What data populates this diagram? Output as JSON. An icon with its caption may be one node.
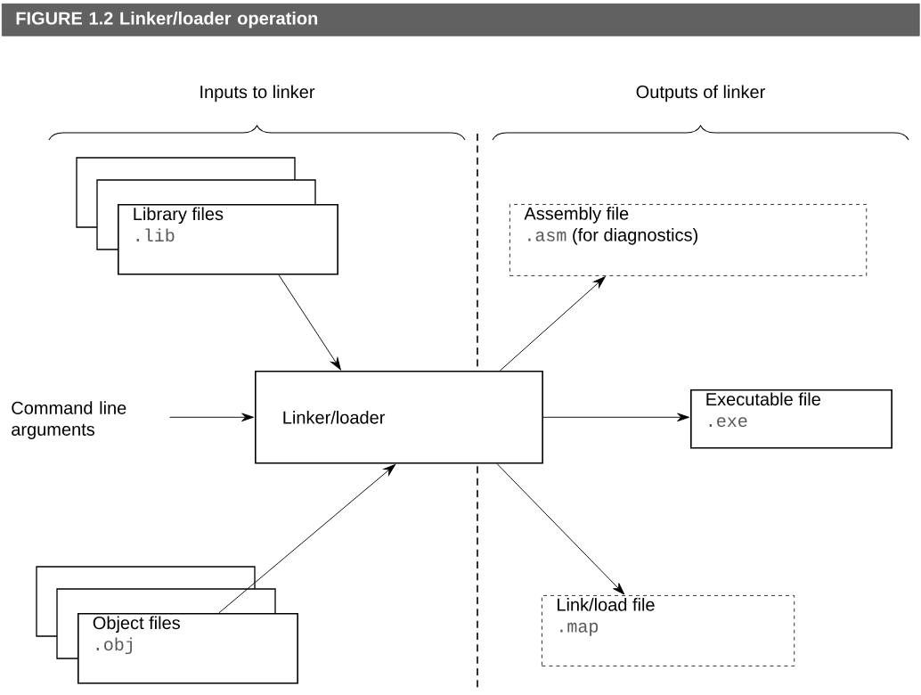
{
  "diagram": {
    "title": "FIGURE 1.2 Linker/loader operation",
    "nodes": [
      {
        "text": [
          "Library files",
          ".lib"
        ]
      },
      {
        "text": [
          "Command line arguments"
        ]
      },
      {
        "text": [
          "Linker/loader"
        ]
      },
      {
        "text": [
          "Object files",
          ".obj"
        ]
      },
      {
        "text": [
          "Assembly file",
          ".asm",
          "(for diagnostics)"
        ]
      },
      {
        "text": [
          "Executable file",
          ".exe"
        ]
      },
      {
        "text": [
          "Link/load file",
          ".map"
        ]
      }
    ],
    "edges": [
      {
        "from": 0,
        "to": 2,
        "arrow": "to"
      },
      {
        "from": 1,
        "to": 2,
        "arrow": "to"
      },
      {
        "from": 3,
        "to": 2,
        "arrow": "to"
      },
      {
        "from": 2,
        "to": 4,
        "arrow": "to"
      },
      {
        "from": 2,
        "to": 5,
        "arrow": "to"
      },
      {
        "from": 2,
        "to": 6,
        "arrow": "to"
      }
    ],
    "labels": [
      "Inputs to linker",
      "Outputs of linker"
    ]
  }
}
